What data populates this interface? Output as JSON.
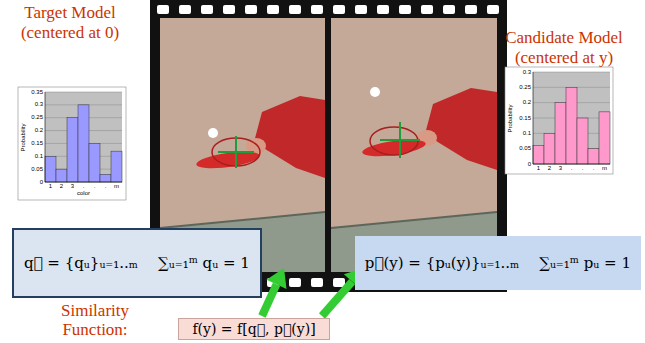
{
  "diagram": {
    "nodes": [
      {
        "text": [
          "q⃗ = {qᵤ}ᵤ₌₁..ₘ",
          "∑ᵤ₌₁ᵐ qᵤ = 1"
        ]
      },
      {
        "text": [
          "p⃗(y) = {pᵤ(y)}ᵤ₌₁..ₘ",
          "∑ᵤ₌₁ᵐ pᵤ = 1"
        ]
      },
      {
        "text": [
          "f(y) = f[q⃗, p⃗(y)]"
        ]
      }
    ],
    "labels": [
      "Target Model (centered at 0)",
      "Candidate Model (centered at y)",
      "0.35",
      "0.3",
      "0.25",
      "0.2",
      "0.15",
      "0.1",
      "0.05",
      "0",
      "1",
      "2",
      "3",
      ".",
      ".",
      ".",
      "m",
      "color",
      "Probability",
      "0.3",
      "0.25",
      "0.2",
      "0.15",
      "0.1",
      "0.05",
      "0",
      "1",
      "2",
      "3",
      ".",
      ".",
      ".",
      "m",
      "Probability",
      "Similarity Function:"
    ]
  }
}
